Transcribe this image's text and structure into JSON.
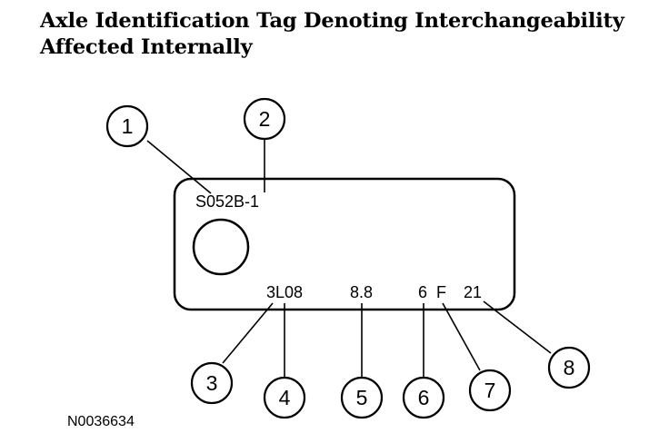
{
  "title": {
    "line1": "Axle Identification Tag Denoting Interchangeability",
    "line2": "Affected Internally"
  },
  "tag": {
    "top_code": "S052B-1",
    "fields": [
      "3L08",
      "8.8",
      "6",
      "F",
      "21"
    ]
  },
  "callouts": [
    "1",
    "2",
    "3",
    "4",
    "5",
    "6",
    "7",
    "8"
  ],
  "figure_id": "N0036634"
}
